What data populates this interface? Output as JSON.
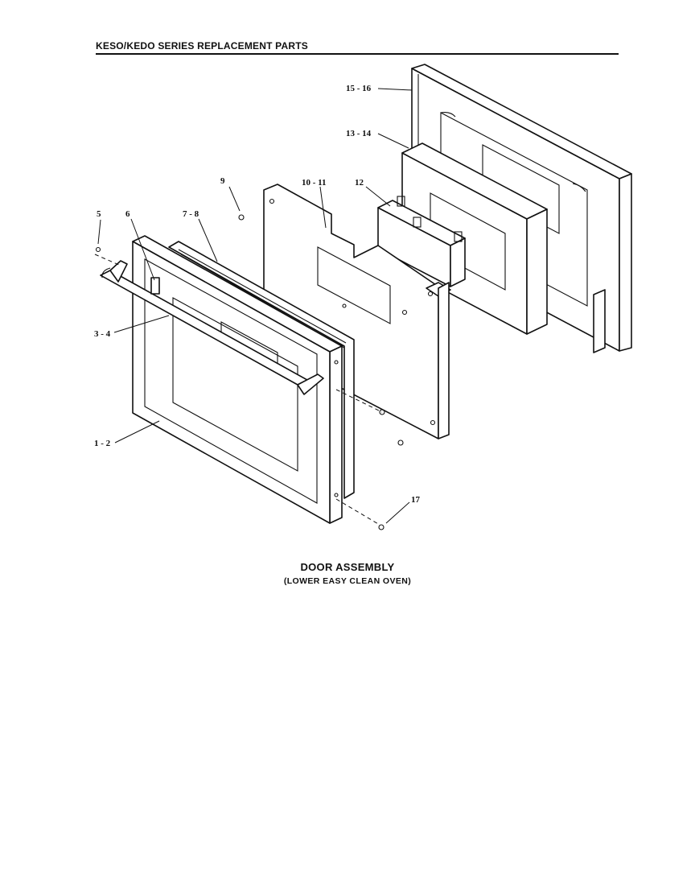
{
  "header": {
    "title": "KESO/KEDO SERIES REPLACEMENT PARTS"
  },
  "caption": {
    "title": "DOOR ASSEMBLY",
    "subtitle": "(LOWER EASY CLEAN OVEN)"
  },
  "callouts": {
    "c15_16": "15 - 16",
    "c13_14": "13 - 14",
    "c9": "9",
    "c10_11": "10 - 11",
    "c12": "12",
    "c5": "5",
    "c6": "6",
    "c7_8": "7 - 8",
    "c3_4": "3 - 4",
    "c1_2": "1 - 2",
    "c17": "17"
  }
}
